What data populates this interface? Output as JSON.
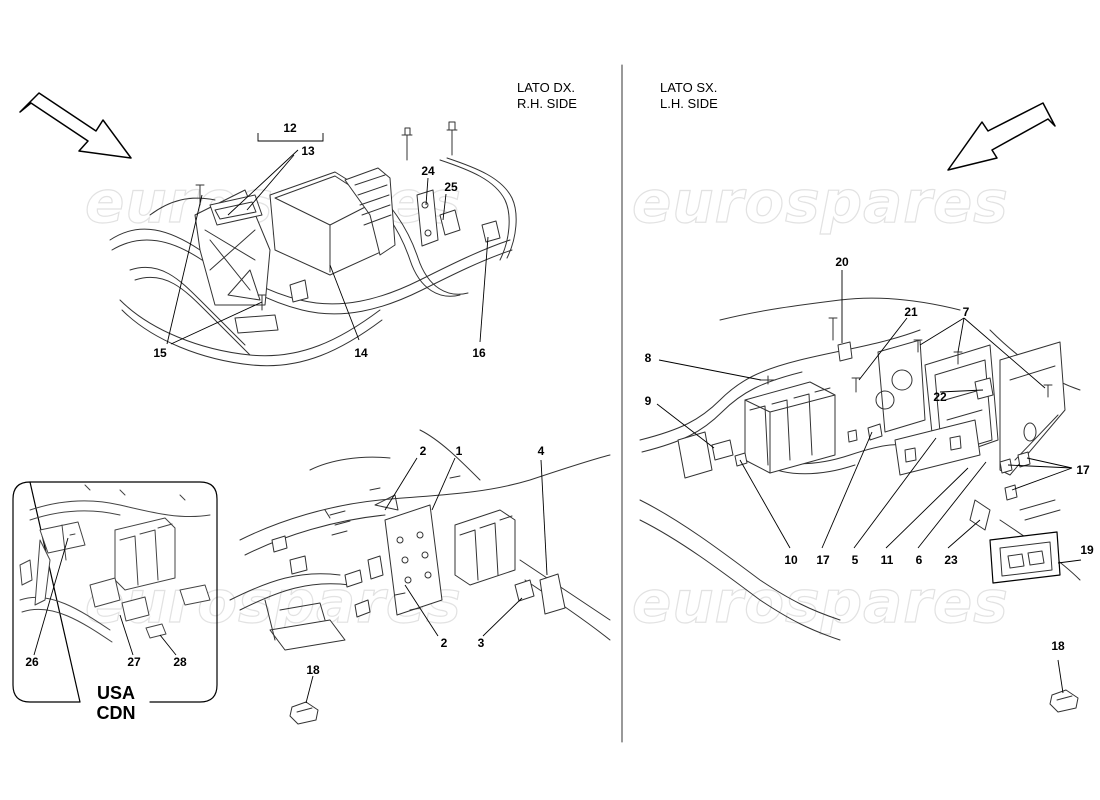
{
  "watermark": "eurospares",
  "headings": {
    "rh": {
      "line1": "LATO DX.",
      "line2": "R.H. SIDE"
    },
    "lh": {
      "line1": "LATO SX.",
      "line2": "L.H. SIDE"
    }
  },
  "inset": {
    "line1": "USA",
    "line2": "CDN"
  },
  "callouts": {
    "c12": "12",
    "c13": "13",
    "c24": "24",
    "c25": "25",
    "c15": "15",
    "c14": "14",
    "c16": "16",
    "c2a": "2",
    "c1": "1",
    "c4": "4",
    "c2b": "2",
    "c3": "3",
    "c18a": "18",
    "c26": "26",
    "c27": "27",
    "c28": "28",
    "c20": "20",
    "c21": "21",
    "c7": "7",
    "c8": "8",
    "c9": "9",
    "c22": "22",
    "c17a": "17",
    "c10": "10",
    "c17b": "17",
    "c5": "5",
    "c11": "11",
    "c6": "6",
    "c23": "23",
    "c19": "19",
    "c18b": "18"
  }
}
